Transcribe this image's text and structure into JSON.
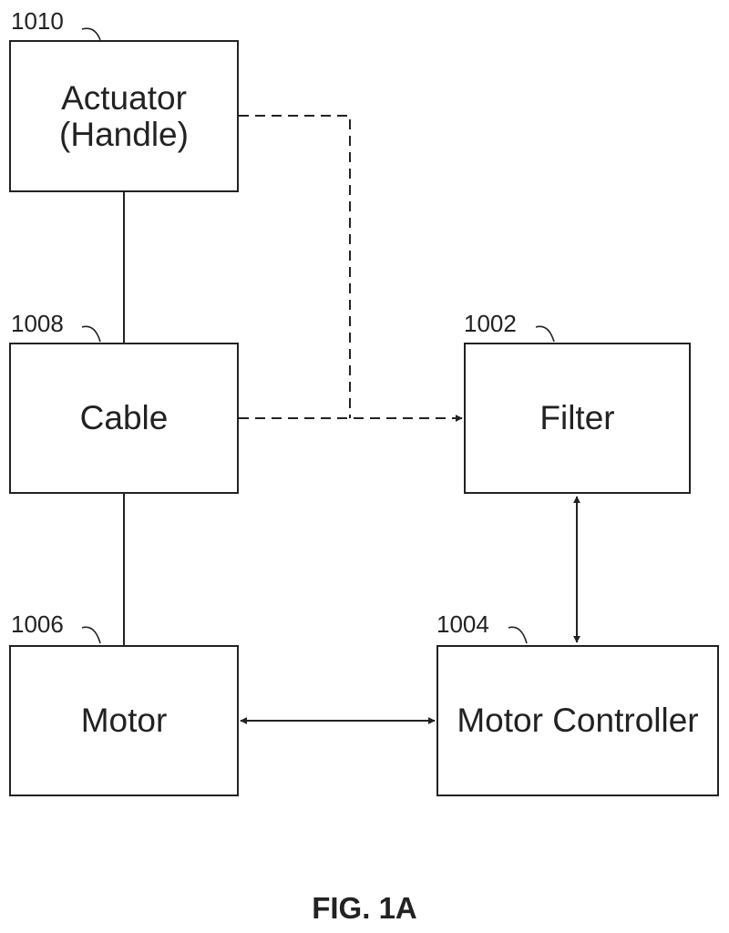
{
  "blocks": {
    "actuator": {
      "label": "Actuator\n(Handle)",
      "ref": "1010"
    },
    "cable": {
      "label": "Cable",
      "ref": "1008"
    },
    "motor": {
      "label": "Motor",
      "ref": "1006"
    },
    "filter": {
      "label": "Filter",
      "ref": "1002"
    },
    "motor_controller": {
      "label": "Motor Controller",
      "ref": "1004"
    }
  },
  "figure": {
    "caption": "FIG. 1A"
  },
  "colors": {
    "line": "#222222",
    "background": "#ffffff"
  }
}
